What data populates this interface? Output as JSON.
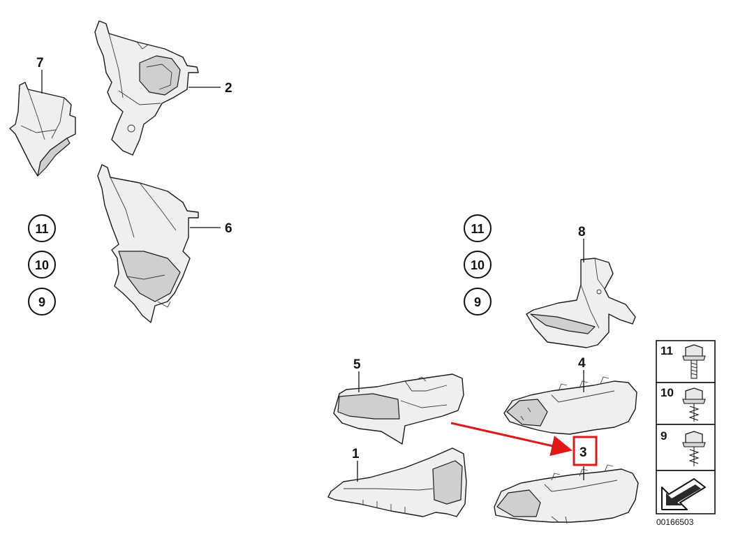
{
  "diagram": {
    "labels": {
      "part_1": "1",
      "part_2": "2",
      "part_3": "3",
      "part_4": "4",
      "part_5": "5",
      "part_6": "6",
      "part_7": "7",
      "part_8": "8"
    },
    "circled_left": [
      "11",
      "10",
      "9"
    ],
    "circled_right": [
      "11",
      "10",
      "9"
    ],
    "legend": [
      "11",
      "10",
      "9"
    ],
    "code": "00166503",
    "highlight_color": "#e01818"
  }
}
